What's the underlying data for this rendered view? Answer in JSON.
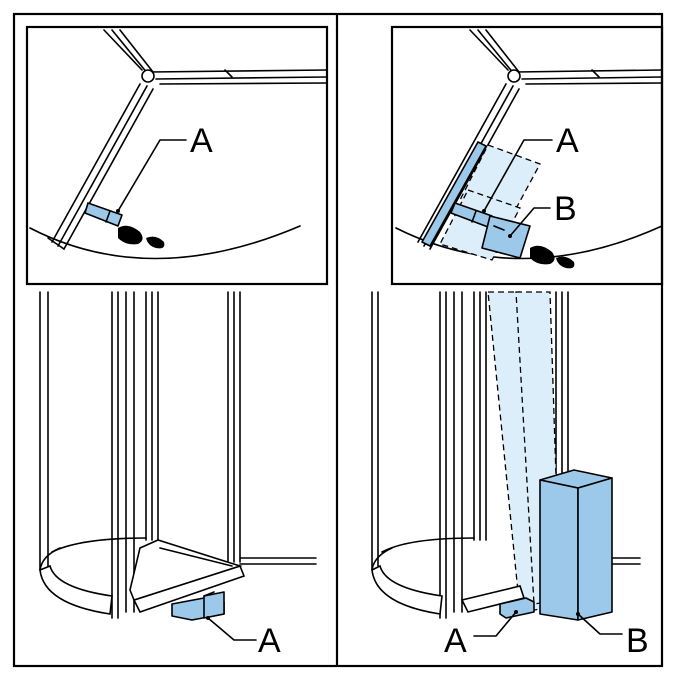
{
  "labels": {
    "a_top_left": "A",
    "a_top_right": "A",
    "b_top_right": "B",
    "a_bottom_left": "A",
    "a_bottom_right": "A",
    "b_bottom_right": "B"
  },
  "colors": {
    "device_blue": "#9cc8ea",
    "beam_blue": "#dceefa",
    "line": "#000000"
  },
  "icons": [
    "footprint-icon"
  ]
}
